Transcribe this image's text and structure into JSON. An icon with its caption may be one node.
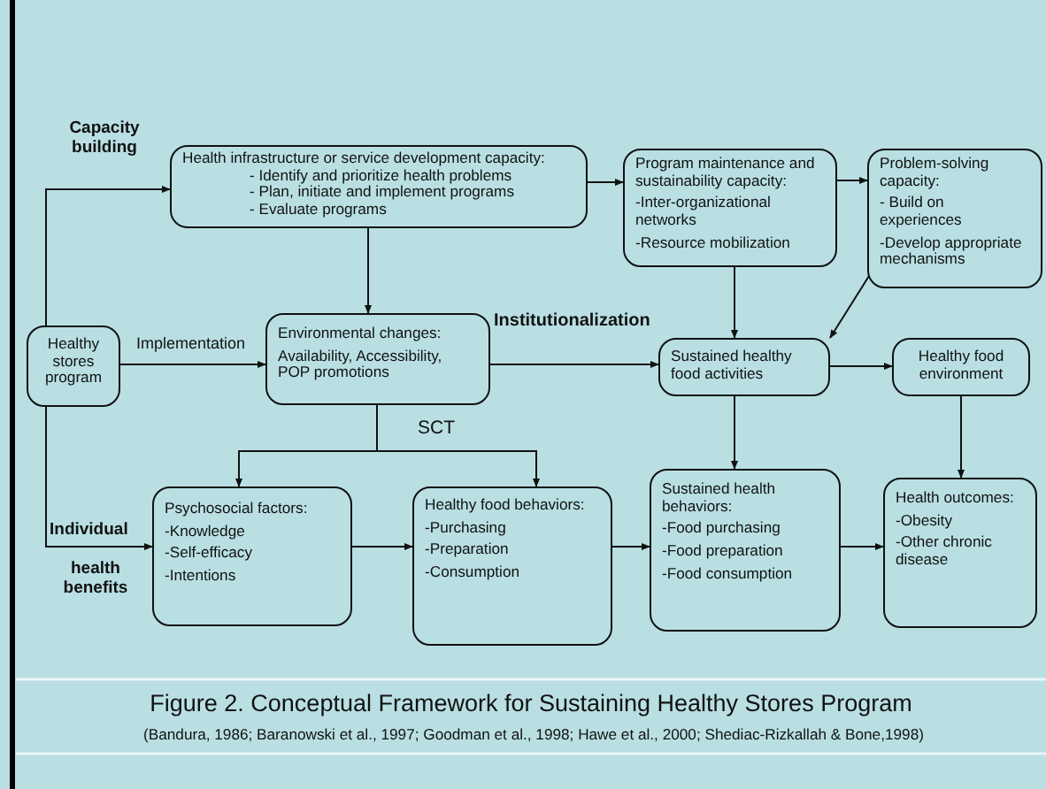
{
  "diagram": {
    "caption": "Figure 2. Conceptual Framework for Sustaining Healthy Stores Program",
    "nodes": [
      {
        "text": [
          "Healthy stores program"
        ]
      },
      {
        "text": [
          "Health infrastructure or service development capacity:",
          "- Identify and prioritize health problems",
          "- Plan, initiate and implement programs",
          "- Evaluate programs"
        ]
      },
      {
        "text": [
          "Program maintenance and sustainability capacity:",
          "-Inter-organizational networks",
          "-Resource mobilization"
        ]
      },
      {
        "text": [
          "Problem-solving capacity:",
          "- Build on experiences",
          "-Develop appropriate mechanisms"
        ]
      },
      {
        "text": [
          "Environmental changes:",
          "Availability, Accessibility, POP promotions"
        ]
      },
      {
        "text": [
          "Sustained healthy food activities"
        ]
      },
      {
        "text": [
          "Healthy food environment"
        ]
      },
      {
        "text": [
          "Psychosocial factors:",
          "-Knowledge",
          "-Self-efficacy",
          "-Intentions"
        ]
      },
      {
        "text": [
          "Healthy food behaviors:",
          "-Purchasing",
          "-Preparation",
          "-Consumption"
        ]
      },
      {
        "text": [
          "Sustained health behaviors:",
          "-Food purchasing",
          "-Food preparation",
          "-Food consumption"
        ]
      },
      {
        "text": [
          "Health outcomes:",
          "-Obesity",
          "-Other chronic disease"
        ]
      }
    ],
    "edges": [
      {
        "from": 0,
        "to": 1,
        "arrow": "to"
      },
      {
        "from": 0,
        "to": 4,
        "arrow": "to",
        "label": "Implementation"
      },
      {
        "from": 0,
        "to": 7,
        "arrow": "to"
      },
      {
        "from": 1,
        "to": 2,
        "arrow": "to"
      },
      {
        "from": 2,
        "to": 3,
        "arrow": "to"
      },
      {
        "from": 1,
        "to": 4,
        "arrow": "to"
      },
      {
        "from": 2,
        "to": 5,
        "arrow": "to"
      },
      {
        "from": 3,
        "to": 5,
        "arrow": "to"
      },
      {
        "from": 4,
        "to": 5,
        "arrow": "to",
        "label": "Institutionalization"
      },
      {
        "from": 4,
        "to": 7,
        "arrow": "to"
      },
      {
        "from": 4,
        "to": 8,
        "arrow": "to"
      },
      {
        "from": 5,
        "to": 6,
        "arrow": "to"
      },
      {
        "from": 5,
        "to": 9,
        "arrow": "to"
      },
      {
        "from": 6,
        "to": 10,
        "arrow": "to"
      },
      {
        "from": 7,
        "to": 8,
        "arrow": "to"
      },
      {
        "from": 8,
        "to": 9,
        "arrow": "to"
      },
      {
        "from": 9,
        "to": 10,
        "arrow": "to"
      }
    ],
    "labels": [
      "Capacity building",
      "SCT",
      "Individual",
      "health benefits",
      "(Bandura, 1986; Baranowski et al., 1997; Goodman et al., 1998; Hawe et al., 2000; Shediac-Rizkallah & Bone,1998)"
    ]
  }
}
